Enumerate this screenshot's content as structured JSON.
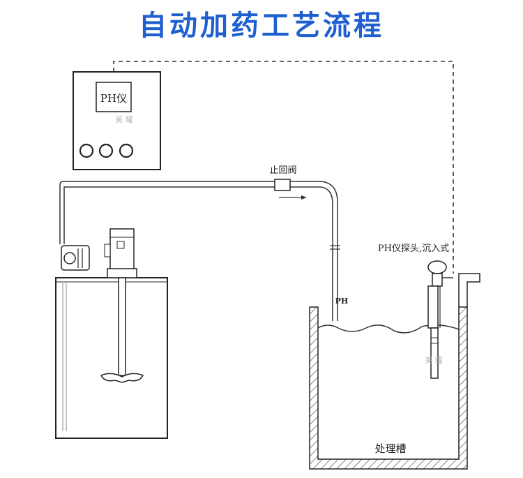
{
  "title": "自动加药工艺流程",
  "ph_meter": {
    "label": "PH仪",
    "watermark": "美 耀"
  },
  "check_valve": {
    "label": "止回阀"
  },
  "dosing_outlet": {
    "label": "PH"
  },
  "probe": {
    "label": "PH仪探头,沉入式",
    "watermark": "美 耀"
  },
  "tank": {
    "label": "处理槽"
  },
  "colors": {
    "title": "#1f5fd0",
    "line": "#333333",
    "hatch": "#555555"
  }
}
